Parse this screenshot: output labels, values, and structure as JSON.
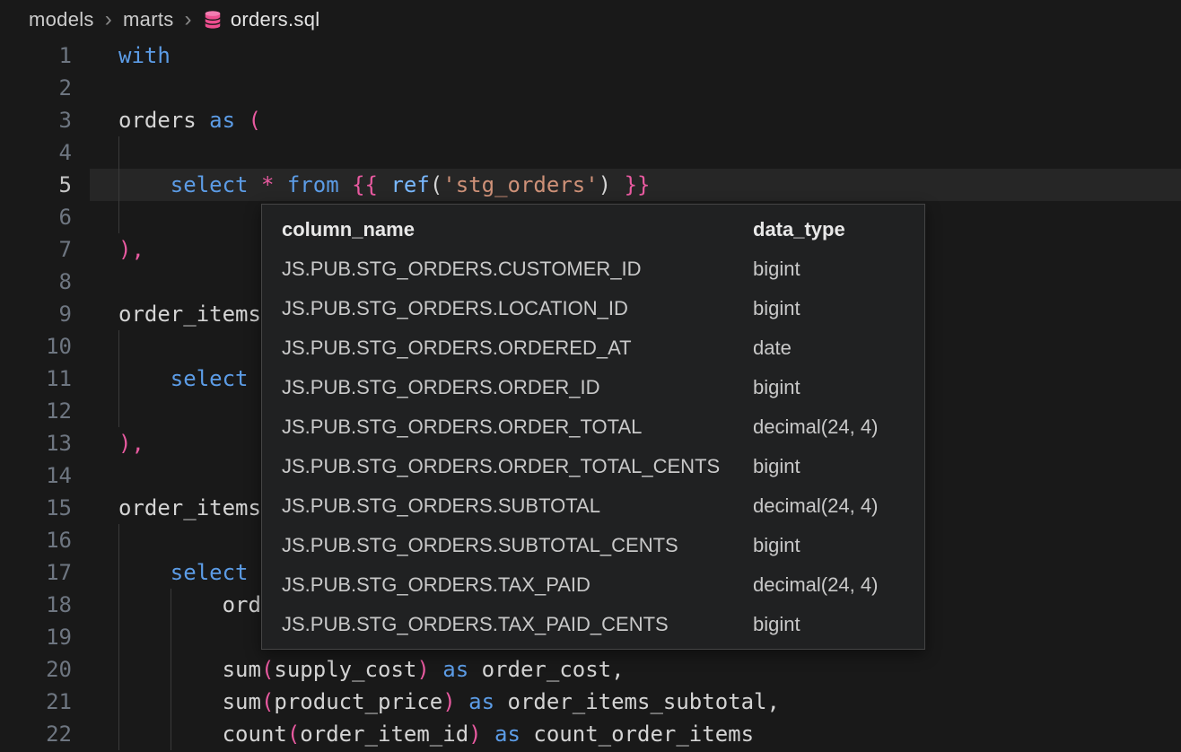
{
  "breadcrumb": {
    "items": [
      "models",
      "marts"
    ],
    "file": "orders.sql",
    "separator": "›"
  },
  "editor": {
    "lines": [
      {
        "num": 1,
        "tokens": [
          {
            "t": "with",
            "c": "kw"
          }
        ]
      },
      {
        "num": 2,
        "tokens": []
      },
      {
        "num": 3,
        "tokens": [
          {
            "t": "orders",
            "c": "id"
          },
          {
            "t": " ",
            "c": "id"
          },
          {
            "t": "as",
            "c": "kw"
          },
          {
            "t": " ",
            "c": "id"
          },
          {
            "t": "(",
            "c": "pk"
          }
        ]
      },
      {
        "num": 4,
        "guides": [
          0
        ],
        "tokens": []
      },
      {
        "num": 5,
        "current": true,
        "guides": [
          0
        ],
        "tokens": [
          {
            "t": "    ",
            "c": "id"
          },
          {
            "t": "select",
            "c": "kw"
          },
          {
            "t": " ",
            "c": "id"
          },
          {
            "t": "*",
            "c": "pk"
          },
          {
            "t": " ",
            "c": "id"
          },
          {
            "t": "from",
            "c": "kw"
          },
          {
            "t": " ",
            "c": "id"
          },
          {
            "t": "{{",
            "c": "pk"
          },
          {
            "t": " ",
            "c": "id"
          },
          {
            "t": "ref",
            "c": "fn"
          },
          {
            "t": "(",
            "c": "id"
          },
          {
            "t": "'stg_orders'",
            "c": "str"
          },
          {
            "t": ")",
            "c": "id"
          },
          {
            "t": " ",
            "c": "id"
          },
          {
            "t": "}}",
            "c": "pk"
          }
        ]
      },
      {
        "num": 6,
        "guides": [
          0
        ],
        "tokens": []
      },
      {
        "num": 7,
        "tokens": [
          {
            "t": "),",
            "c": "pk"
          }
        ]
      },
      {
        "num": 8,
        "tokens": []
      },
      {
        "num": 9,
        "tokens": [
          {
            "t": "order_items",
            "c": "id"
          }
        ]
      },
      {
        "num": 10,
        "guides": [
          0
        ],
        "tokens": []
      },
      {
        "num": 11,
        "guides": [
          0
        ],
        "tokens": [
          {
            "t": "    ",
            "c": "id"
          },
          {
            "t": "select",
            "c": "kw"
          }
        ]
      },
      {
        "num": 12,
        "guides": [
          0
        ],
        "tokens": []
      },
      {
        "num": 13,
        "tokens": [
          {
            "t": "),",
            "c": "pk"
          }
        ]
      },
      {
        "num": 14,
        "tokens": []
      },
      {
        "num": 15,
        "tokens": [
          {
            "t": "order_items",
            "c": "id"
          }
        ]
      },
      {
        "num": 16,
        "guides": [
          0
        ],
        "tokens": []
      },
      {
        "num": 17,
        "guides": [
          0
        ],
        "tokens": [
          {
            "t": "    ",
            "c": "id"
          },
          {
            "t": "select",
            "c": "kw"
          }
        ]
      },
      {
        "num": 18,
        "guides": [
          0,
          1
        ],
        "tokens": [
          {
            "t": "        ",
            "c": "id"
          },
          {
            "t": "ord",
            "c": "id"
          }
        ]
      },
      {
        "num": 19,
        "guides": [
          0,
          1
        ],
        "tokens": []
      },
      {
        "num": 20,
        "guides": [
          0,
          1
        ],
        "tokens": [
          {
            "t": "        ",
            "c": "id"
          },
          {
            "t": "sum",
            "c": "id"
          },
          {
            "t": "(",
            "c": "pk"
          },
          {
            "t": "supply_cost",
            "c": "id"
          },
          {
            "t": ")",
            "c": "pk"
          },
          {
            "t": " ",
            "c": "id"
          },
          {
            "t": "as",
            "c": "kw"
          },
          {
            "t": " ",
            "c": "id"
          },
          {
            "t": "order_cost,",
            "c": "id"
          }
        ]
      },
      {
        "num": 21,
        "guides": [
          0,
          1
        ],
        "tokens": [
          {
            "t": "        ",
            "c": "id"
          },
          {
            "t": "sum",
            "c": "id"
          },
          {
            "t": "(",
            "c": "pk"
          },
          {
            "t": "product_price",
            "c": "id"
          },
          {
            "t": ")",
            "c": "pk"
          },
          {
            "t": " ",
            "c": "id"
          },
          {
            "t": "as",
            "c": "kw"
          },
          {
            "t": " ",
            "c": "id"
          },
          {
            "t": "order_items_subtotal,",
            "c": "id"
          }
        ]
      },
      {
        "num": 22,
        "guides": [
          0,
          1
        ],
        "tokens": [
          {
            "t": "        ",
            "c": "id"
          },
          {
            "t": "count",
            "c": "id"
          },
          {
            "t": "(",
            "c": "pk"
          },
          {
            "t": "order_item_id",
            "c": "id"
          },
          {
            "t": ")",
            "c": "pk"
          },
          {
            "t": " ",
            "c": "id"
          },
          {
            "t": "as",
            "c": "kw"
          },
          {
            "t": " ",
            "c": "id"
          },
          {
            "t": "count_order_items",
            "c": "id"
          }
        ]
      }
    ]
  },
  "popup": {
    "headers": {
      "column_name": "column_name",
      "data_type": "data_type"
    },
    "rows": [
      {
        "column_name": "JS.PUB.STG_ORDERS.CUSTOMER_ID",
        "data_type": "bigint"
      },
      {
        "column_name": "JS.PUB.STG_ORDERS.LOCATION_ID",
        "data_type": "bigint"
      },
      {
        "column_name": "JS.PUB.STG_ORDERS.ORDERED_AT",
        "data_type": "date"
      },
      {
        "column_name": "JS.PUB.STG_ORDERS.ORDER_ID",
        "data_type": "bigint"
      },
      {
        "column_name": "JS.PUB.STG_ORDERS.ORDER_TOTAL",
        "data_type": "decimal(24, 4)"
      },
      {
        "column_name": "JS.PUB.STG_ORDERS.ORDER_TOTAL_CENTS",
        "data_type": "bigint"
      },
      {
        "column_name": "JS.PUB.STG_ORDERS.SUBTOTAL",
        "data_type": "decimal(24, 4)"
      },
      {
        "column_name": "JS.PUB.STG_ORDERS.SUBTOTAL_CENTS",
        "data_type": "bigint"
      },
      {
        "column_name": "JS.PUB.STG_ORDERS.TAX_PAID",
        "data_type": "decimal(24, 4)"
      },
      {
        "column_name": "JS.PUB.STG_ORDERS.TAX_PAID_CENTS",
        "data_type": "bigint"
      }
    ]
  },
  "colors": {
    "bg": "#191919",
    "current-line": "#262626",
    "gutter": "#6e7681",
    "gutter-active": "#c6c6c6",
    "text": "#d4d4d4",
    "kw": "#5c9ce6",
    "pk": "#e85aa0",
    "str": "#ce9178",
    "fn": "#79b8ff",
    "guide": "#3a3a3a",
    "crumb": "#cccccc",
    "crumb-file": "#e4e4e4",
    "crumb-sep": "#8a8a8a",
    "popup-bg": "#202122",
    "popup-border": "#454545",
    "popup-text": "#c9c9c9",
    "popup-head": "#e8e8e8",
    "icon-pink": "#ed4e8f"
  }
}
